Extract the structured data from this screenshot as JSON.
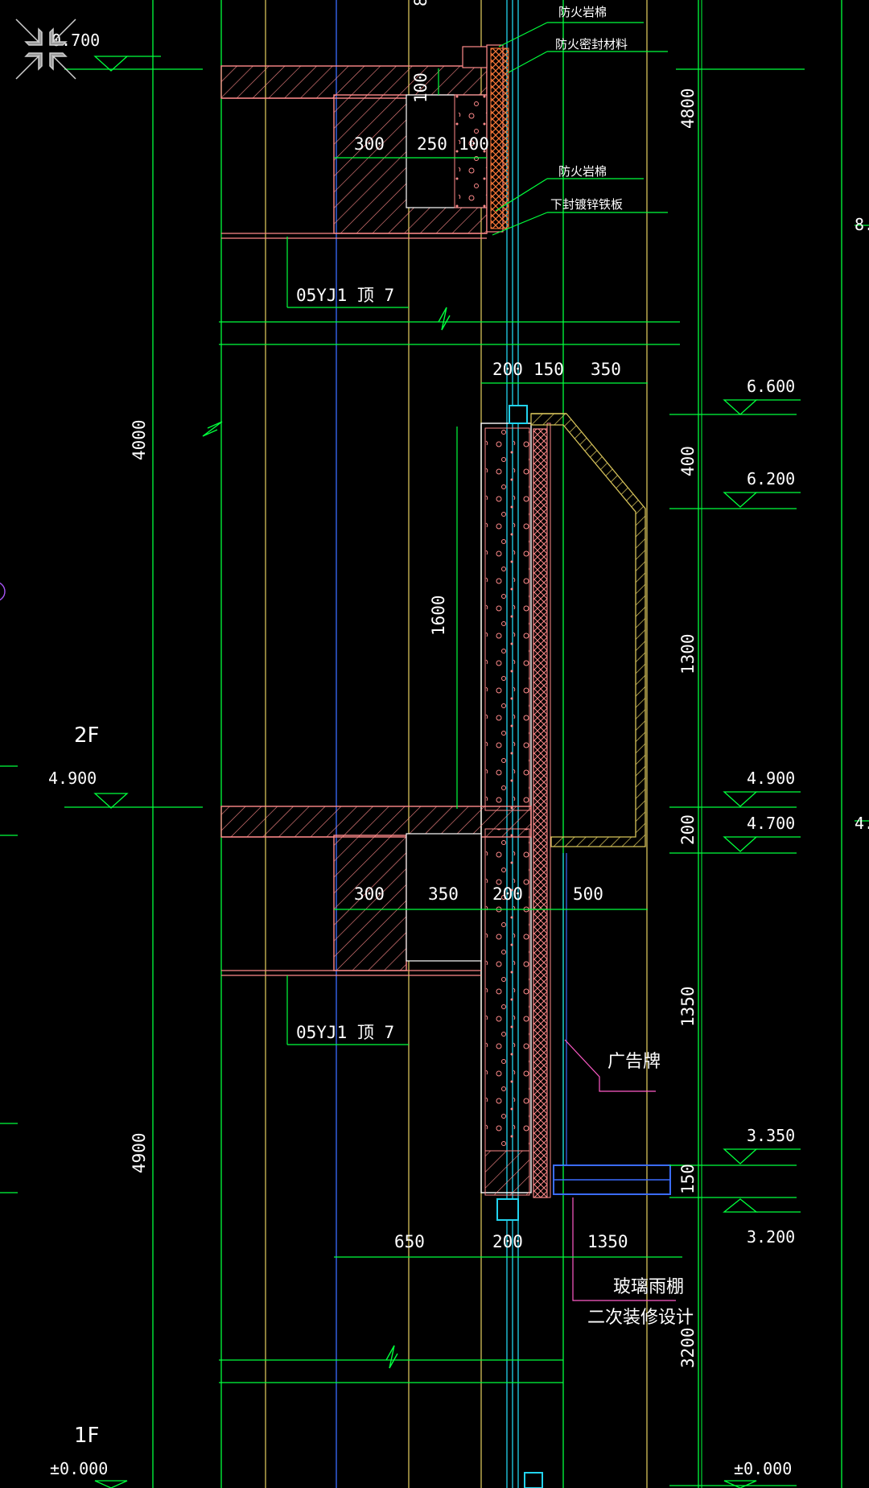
{
  "colors": {
    "background": "#000000",
    "grid_green": "#00ff3c",
    "wall_yellow": "#d6c25a",
    "cyan_line": "#22d3ee",
    "blue_line": "#3b6cff",
    "concrete_red": "#ff8a8a",
    "magenta": "#ff5bc8",
    "text": "#ffffff"
  },
  "toolbar": {
    "exit_fullscreen_icon": "collapse-arrows-icon"
  },
  "labels": {
    "fire_rock_wool_1": "防火岩棉",
    "fire_seal_material": "防火密封材料",
    "fire_rock_wool_2": "防火岩棉",
    "galvanized_plate": "下封镀锌铁板",
    "spec_upper": "05YJ1 顶 7",
    "spec_lower": "05YJ1 顶 7",
    "billboard": "广告牌",
    "glass_canopy": "玻璃雨棚",
    "secondary_design": "二次装修设计"
  },
  "floors": {
    "f2": "2F",
    "f1": "1F"
  },
  "elevations": {
    "top_left": "0.700",
    "e6600": "6.600",
    "e6200": "6.200",
    "e4900_right": "4.900",
    "e4700": "4.700",
    "e3350": "3.350",
    "e3200": "3.200",
    "e4900_left": "4.900",
    "zero_left": "±0.000",
    "zero_right": "±0.000",
    "edge_right_top": "8.",
    "edge_right_mid": "4."
  },
  "dims": {
    "top_8": "8",
    "d100v": "100",
    "d300a": "300",
    "d250": "250",
    "d100h": "100",
    "d200a": "200",
    "d150a": "150",
    "d350a": "350",
    "d1600": "1600",
    "d300b": "300",
    "d350b": "350",
    "d200b": "200",
    "d500": "500",
    "d650": "650",
    "d200c": "200",
    "d1350h": "1350",
    "d4800": "4800",
    "d400": "400",
    "d1300": "1300",
    "d200v": "200",
    "d1350v": "1350",
    "d150v": "150",
    "d3200": "3200",
    "d4000": "4000",
    "d4900": "4900"
  }
}
